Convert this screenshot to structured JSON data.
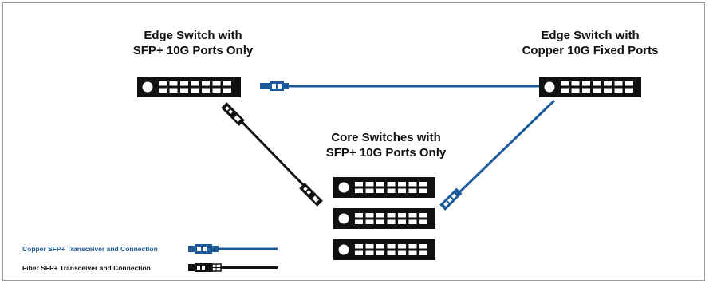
{
  "titles": {
    "edge_left": [
      "Edge Switch with",
      "SFP+ 10G Ports Only"
    ],
    "edge_right": [
      "Edge Switch with",
      "Copper 10G Fixed Ports"
    ],
    "core": [
      "Core Switches with",
      "SFP+ 10G Ports Only"
    ]
  },
  "legend": {
    "copper": {
      "label": "Copper SFP+ Transceiver and Connection",
      "color": "#1c5a9c"
    },
    "fiber": {
      "label": "Fiber SFP+ Transceiver and Connection",
      "color": "#111111"
    }
  },
  "colors": {
    "switch_body": "#111111",
    "port": "#ffffff",
    "copper_cable": "#1c5a9c",
    "fiber_cable": "#111111"
  },
  "switches": [
    {
      "name": "edge-switch-left",
      "ports": 7
    },
    {
      "name": "edge-switch-right",
      "ports": 7
    },
    {
      "name": "core-switch-1",
      "ports": 7
    },
    {
      "name": "core-switch-2",
      "ports": 7
    },
    {
      "name": "core-switch-3",
      "ports": 7
    }
  ]
}
